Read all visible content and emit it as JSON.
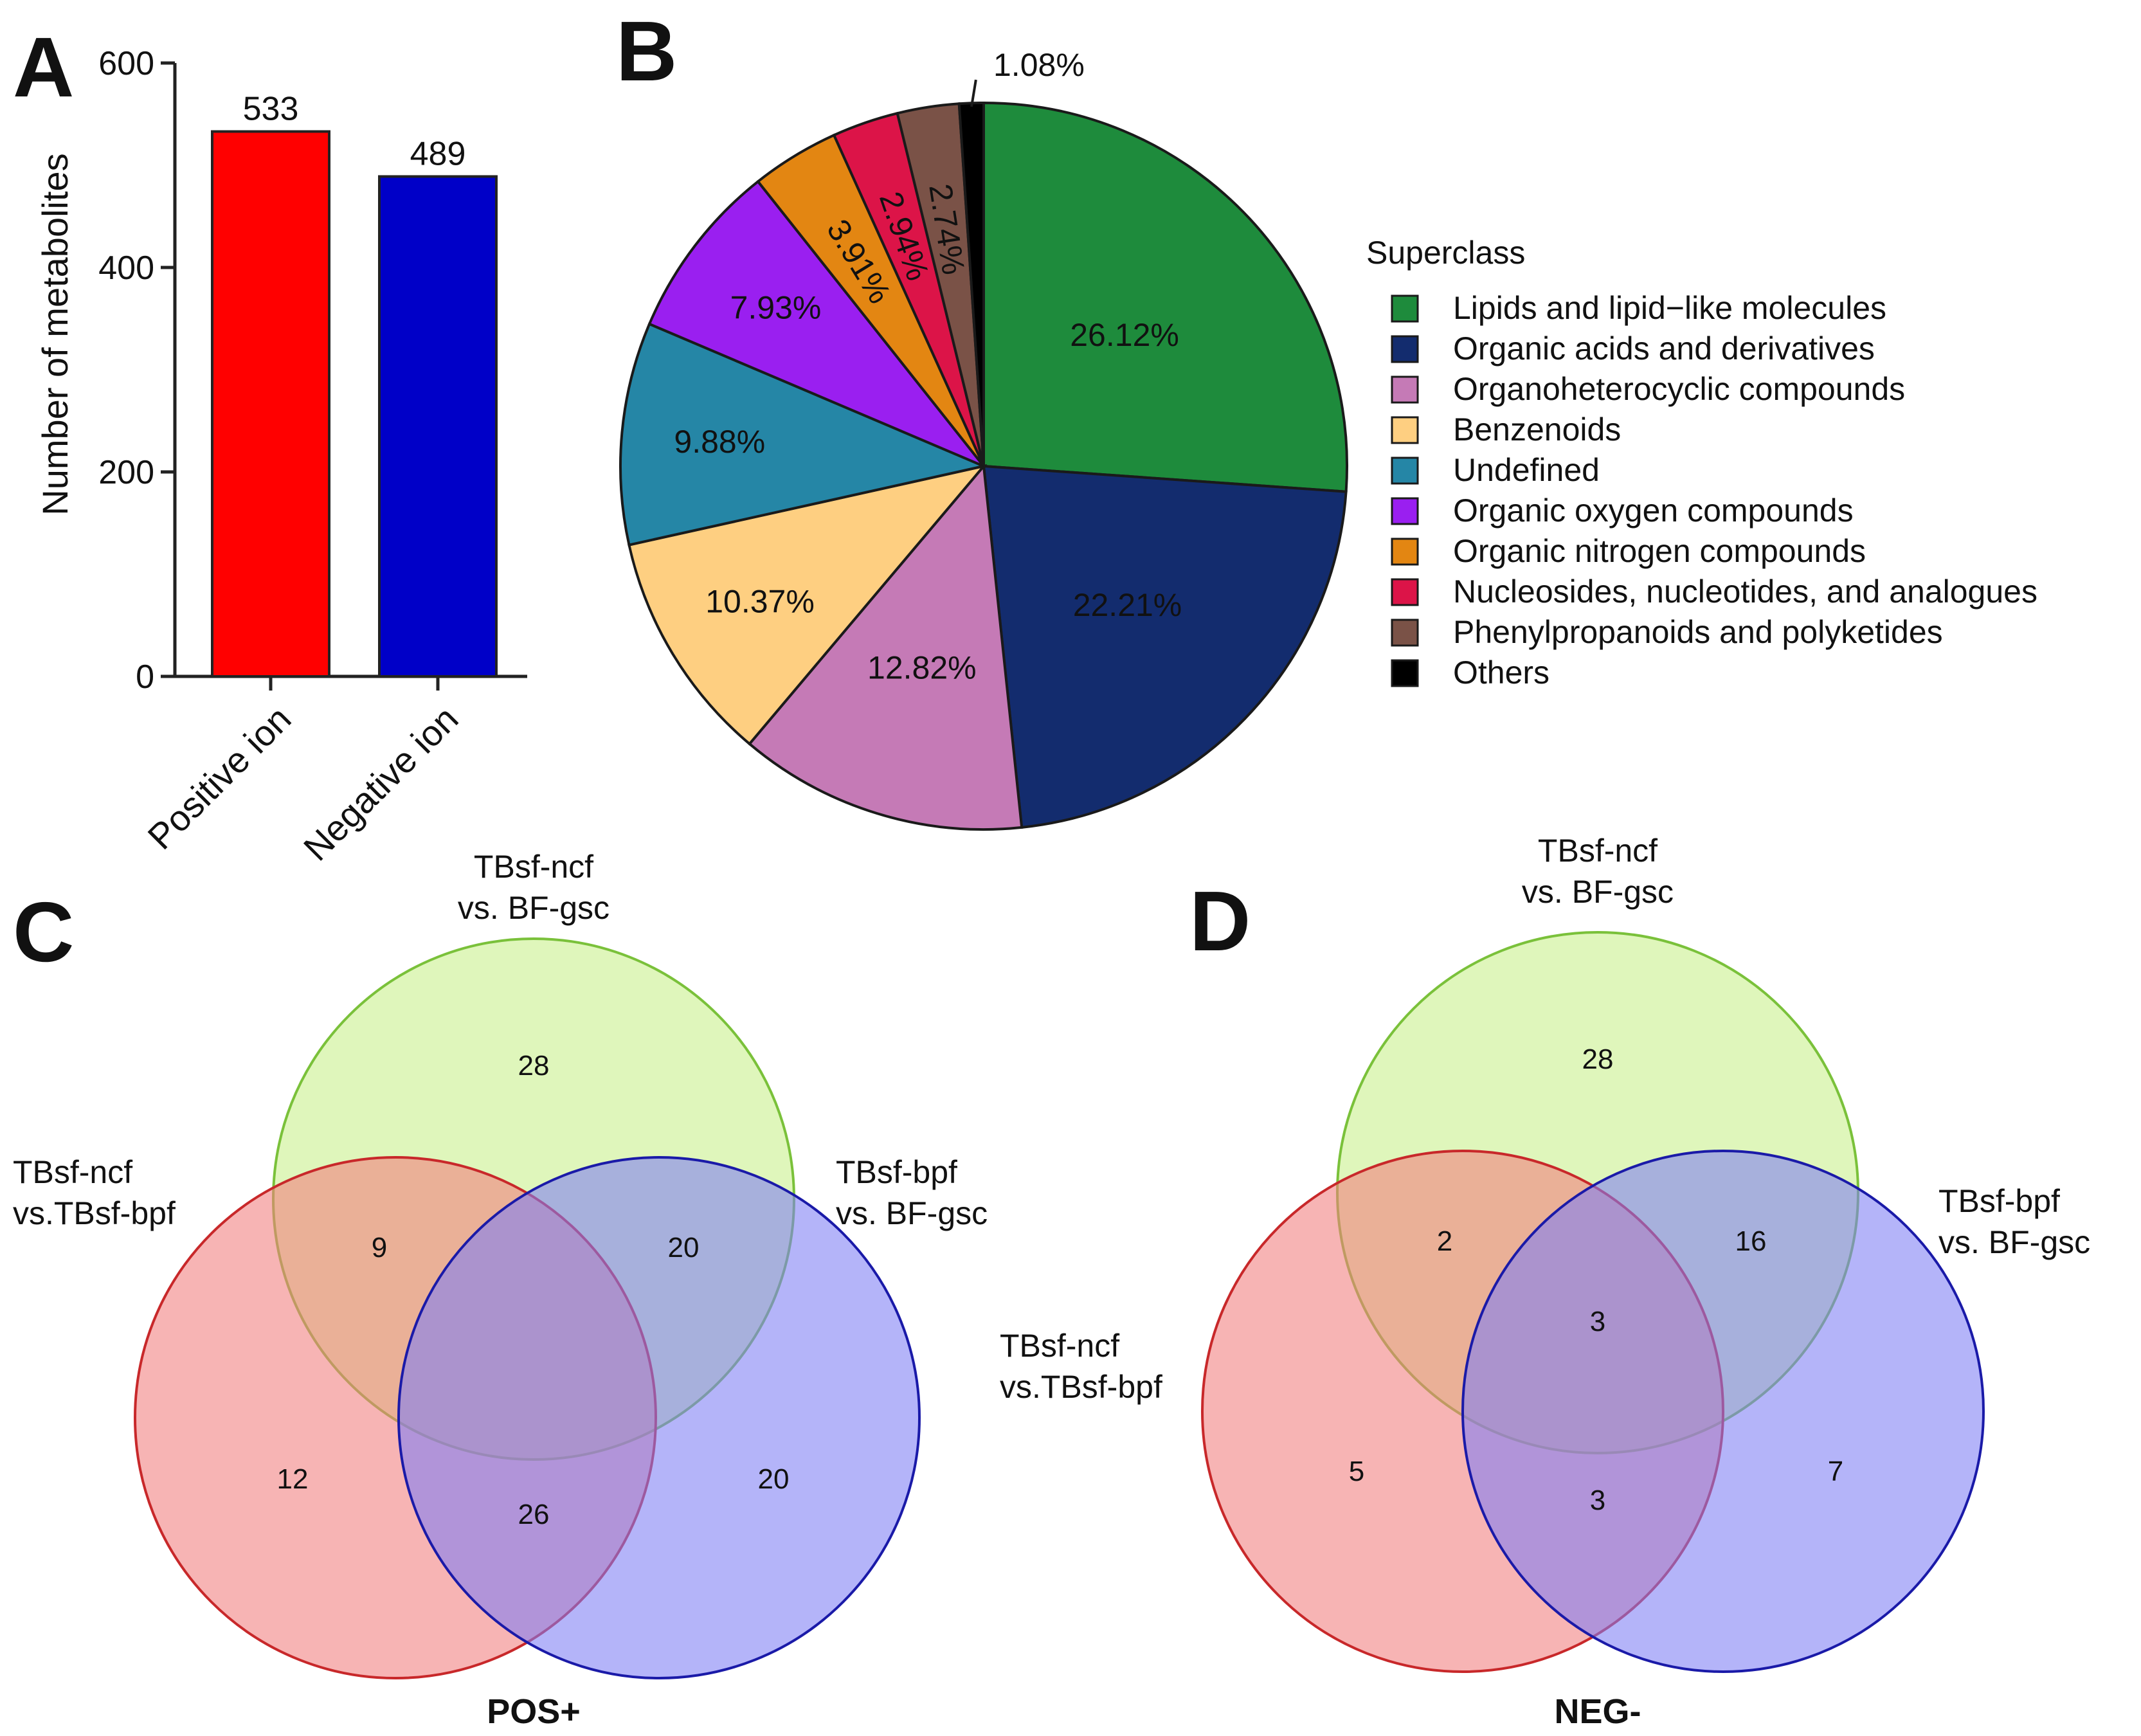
{
  "panels": {
    "A": {
      "letter": "A"
    },
    "B": {
      "letter": "B"
    },
    "C": {
      "letter": "C"
    },
    "D": {
      "letter": "D"
    }
  },
  "chart_data": [
    {
      "type": "bar",
      "panel": "A",
      "categories": [
        "Positive ion",
        "Negative ion"
      ],
      "values": [
        533,
        489
      ],
      "value_labels": [
        "533",
        "489"
      ],
      "colors": [
        "#ff0000",
        "#0000c8"
      ],
      "ylabel": "Number of metabolites",
      "ylim": [
        0,
        600
      ],
      "yticks": [
        "0",
        "200",
        "400",
        "600"
      ],
      "grid": false
    },
    {
      "type": "pie",
      "panel": "B",
      "legend_title": "Superclass",
      "legend_position": "right",
      "slices": [
        {
          "name": "Lipids and lipid−like molecules",
          "value": 26.12,
          "label": "26.12%",
          "color": "#1e8b3c"
        },
        {
          "name": "Organic acids and derivatives",
          "value": 22.21,
          "label": "22.21%",
          "color": "#132c6e"
        },
        {
          "name": "Organoheterocyclic compounds",
          "value": 12.82,
          "label": "12.82%",
          "color": "#c57ab6"
        },
        {
          "name": "Benzenoids",
          "value": 10.37,
          "label": "10.37%",
          "color": "#fecf81"
        },
        {
          "name": "Undefined",
          "value": 9.88,
          "label": "9.88%",
          "color": "#2586a6"
        },
        {
          "name": "Organic oxygen compounds",
          "value": 7.93,
          "label": "7.93%",
          "color": "#9a1ff0"
        },
        {
          "name": "Organic nitrogen compounds",
          "value": 3.91,
          "label": "3.91%",
          "color": "#e38612"
        },
        {
          "name": "Nucleosides, nucleotides, and analogues",
          "value": 2.94,
          "label": "2.94%",
          "color": "#dc1448"
        },
        {
          "name": "Phenylpropanoids and polyketides",
          "value": 2.74,
          "label": "2.74%",
          "color": "#7a5247"
        },
        {
          "name": "Others",
          "value": 1.08,
          "label": "1.08%",
          "color": "#000000"
        }
      ]
    },
    {
      "type": "venn",
      "panel": "C",
      "footer": "POS+",
      "sets": [
        {
          "name_lines": [
            "TBsf-ncf",
            "vs. BF-gsc"
          ],
          "color": "#c8f08a",
          "stroke": "#7ac13a"
        },
        {
          "name_lines": [
            "TBsf-ncf",
            "vs.TBsf-bpf"
          ],
          "color": "#f27d7d",
          "stroke": "#c8282a"
        },
        {
          "name_lines": [
            "TBsf-bpf",
            "vs. BF-gsc"
          ],
          "color": "#7d7df5",
          "stroke": "#1a1aa8"
        }
      ],
      "regions": {
        "top_only": "28",
        "left_only": "12",
        "right_only": "20",
        "top_left": "9",
        "top_right": "20",
        "left_right": "26",
        "center": ""
      }
    },
    {
      "type": "venn",
      "panel": "D",
      "footer": "NEG-",
      "sets": [
        {
          "name_lines": [
            "TBsf-ncf",
            "vs. BF-gsc"
          ],
          "color": "#c8f08a",
          "stroke": "#7ac13a"
        },
        {
          "name_lines": [
            "TBsf-ncf",
            "vs.TBsf-bpf"
          ],
          "color": "#f27d7d",
          "stroke": "#c8282a"
        },
        {
          "name_lines": [
            "TBsf-bpf",
            "vs. BF-gsc"
          ],
          "color": "#7d7df5",
          "stroke": "#1a1aa8"
        }
      ],
      "regions": {
        "top_only": "28",
        "left_only": "5",
        "right_only": "7",
        "top_left": "2",
        "top_right": "16",
        "left_right": "3",
        "center": "3"
      }
    }
  ]
}
